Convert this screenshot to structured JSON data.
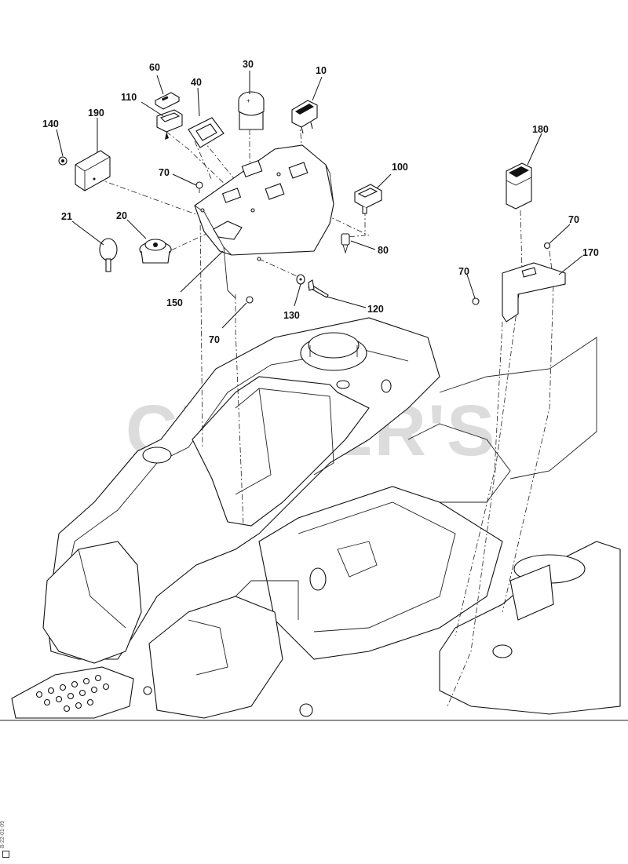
{
  "watermark": "CUTLER'S",
  "footer_code": "B-22-01-09",
  "callouts": {
    "c60": "60",
    "c30": "30",
    "c10": "10",
    "c40": "40",
    "c110": "110",
    "c190": "190",
    "c140": "140",
    "c70a": "70",
    "c100": "100",
    "c21": "21",
    "c20": "20",
    "c80": "80",
    "c150": "150",
    "c130": "130",
    "c120": "120",
    "c70b": "70",
    "c180": "180",
    "c70c": "70",
    "c170": "170",
    "c70d": "70"
  }
}
